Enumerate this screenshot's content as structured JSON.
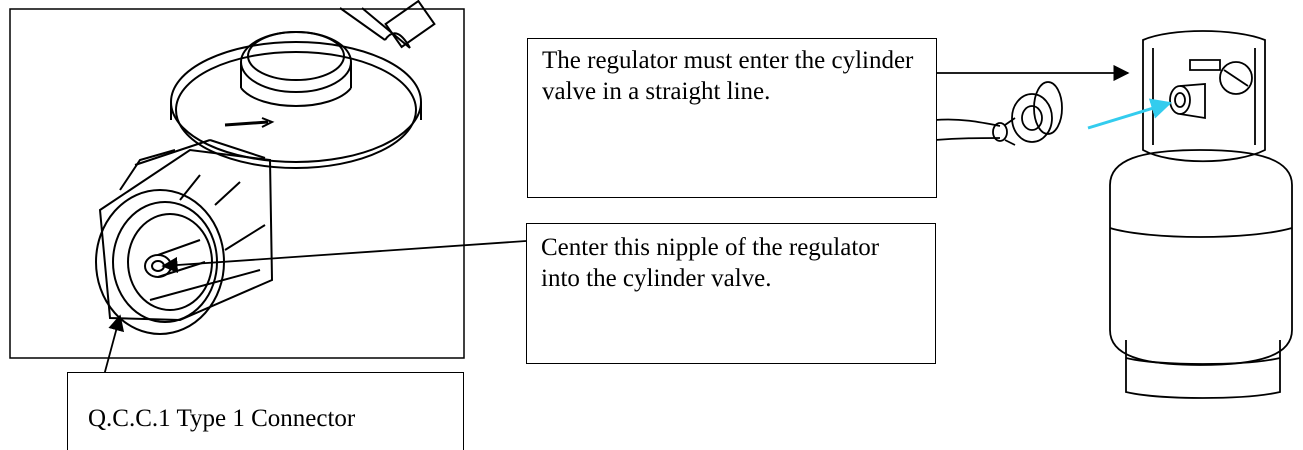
{
  "callouts": {
    "straight_line": "The regulator must enter the cylinder valve in a straight line.",
    "center_nipple": "Center this nipple of the regulator into the cylinder valve.",
    "connector": "Q.C.C.1 Type 1 Connector"
  },
  "colors": {
    "ink": "#000000",
    "accent_arrow": "#33ccee"
  }
}
